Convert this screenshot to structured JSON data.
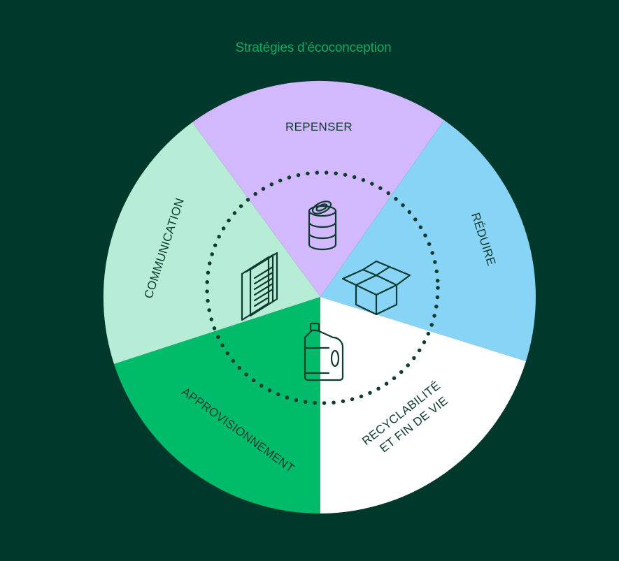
{
  "title": "Stratégies d’écoconception",
  "segments": [
    {
      "id": "repenser",
      "label": "REPENSER",
      "color": "#d2b8fc",
      "icon": "tin-can-icon"
    },
    {
      "id": "reduire",
      "label": "RÉDUIRE",
      "color": "#88d4f6",
      "icon": "open-box-icon"
    },
    {
      "id": "recyclabilite",
      "label_line1": "RECYCLABILITÉ",
      "label_line2": "ET FIN DE VIE",
      "color": "#ffffff",
      "icon": "bottle-icon"
    },
    {
      "id": "approvisionnement",
      "label": "APPROVISIONNEMENT",
      "color": "#00bb6a",
      "icon": ""
    },
    {
      "id": "communication",
      "label": "COMMUNICATION",
      "color": "#b7ecd6",
      "icon": "documents-icon"
    }
  ],
  "colors": {
    "background": "#00382b",
    "title": "#16a865",
    "ink": "#0e3a2f",
    "dots": "#0e3a2f"
  }
}
